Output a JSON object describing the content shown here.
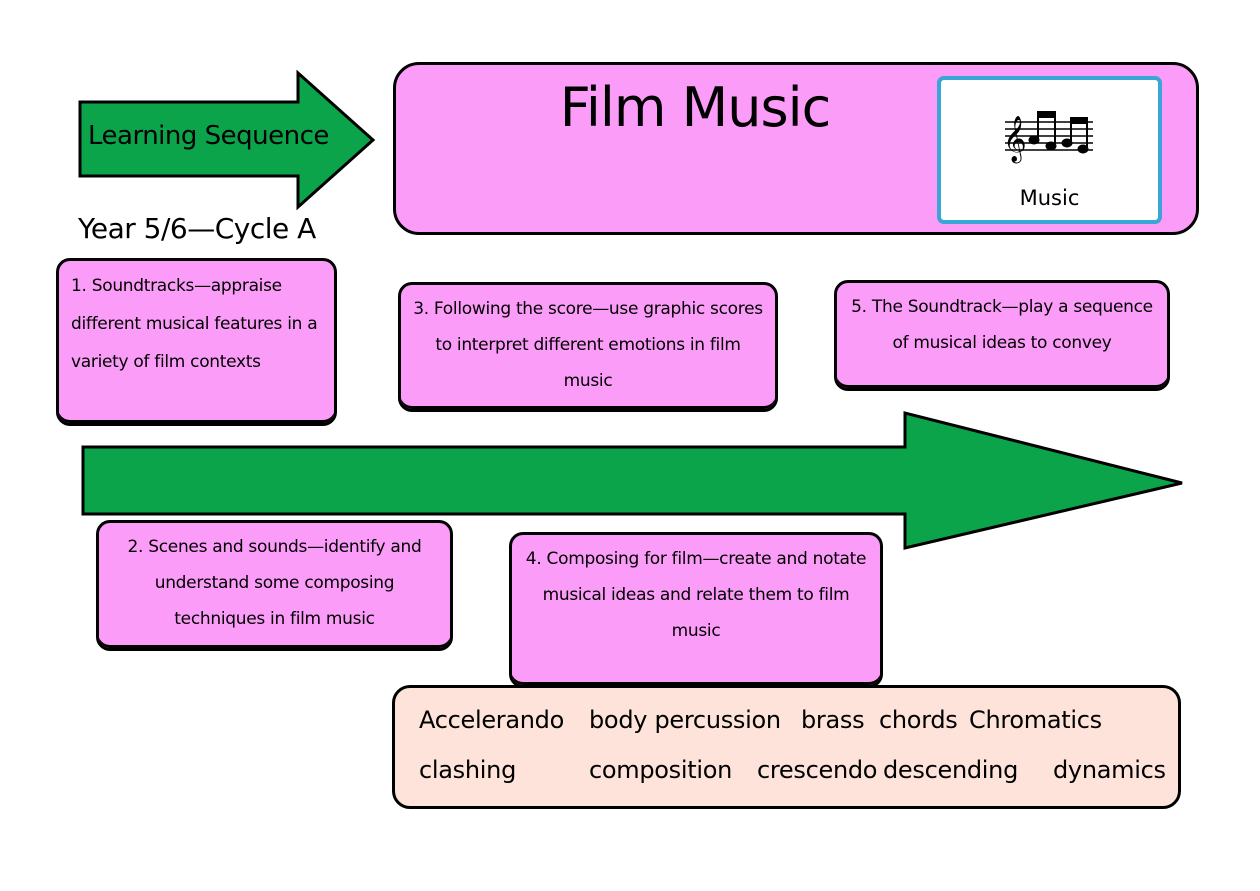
{
  "header": {
    "title": "Film Music",
    "subject_label": "Music",
    "subject_icon": "music-notes-icon"
  },
  "sequence_label": "Learning Sequence",
  "cycle": "Year 5/6—Cycle A",
  "steps": [
    {
      "text": "1. Soundtracks—appraise different musical features in a variety of film contexts"
    },
    {
      "text": "2. Scenes and sounds—identify and understand some composing techniques in film music"
    },
    {
      "text": "3. Following the score—use graphic scores to interpret different emotions in film music"
    },
    {
      "text": "4. Composing for film—create and notate musical ideas and relate them to film music"
    },
    {
      "text": "5. The Soundtrack—play a sequence of musical ideas to convey"
    }
  ],
  "vocabulary": [
    "Accelerando",
    "body percussion",
    "brass",
    "chords",
    "Chromatics",
    "clashing",
    "composition",
    "crescendo",
    "descending",
    "dynamics"
  ],
  "colors": {
    "box_fill": "#fb9cf8",
    "arrow_green": "#0ca44a",
    "vocab_fill": "#fde3d9",
    "card_border": "#3aa6d6"
  }
}
